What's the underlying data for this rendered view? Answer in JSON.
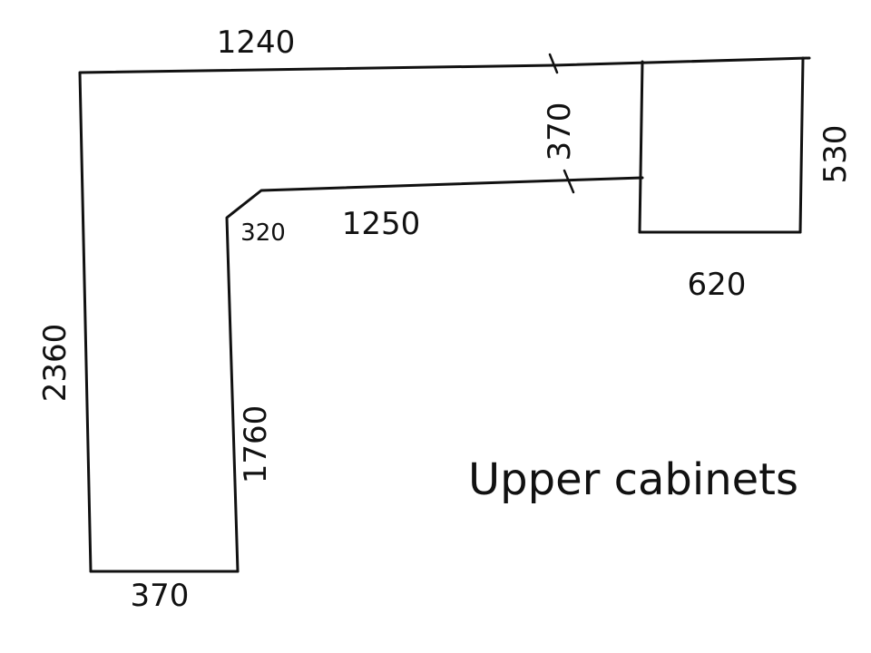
{
  "drawing": {
    "caption": "Upper cabinets",
    "dimensions": {
      "top_length": "1240",
      "inner_top_length": "1250",
      "top_depth": "370",
      "corner_cut": "320",
      "box_depth": "530",
      "box_width": "620",
      "left_height": "2360",
      "inner_height": "1760",
      "bottom_width": "370"
    }
  }
}
